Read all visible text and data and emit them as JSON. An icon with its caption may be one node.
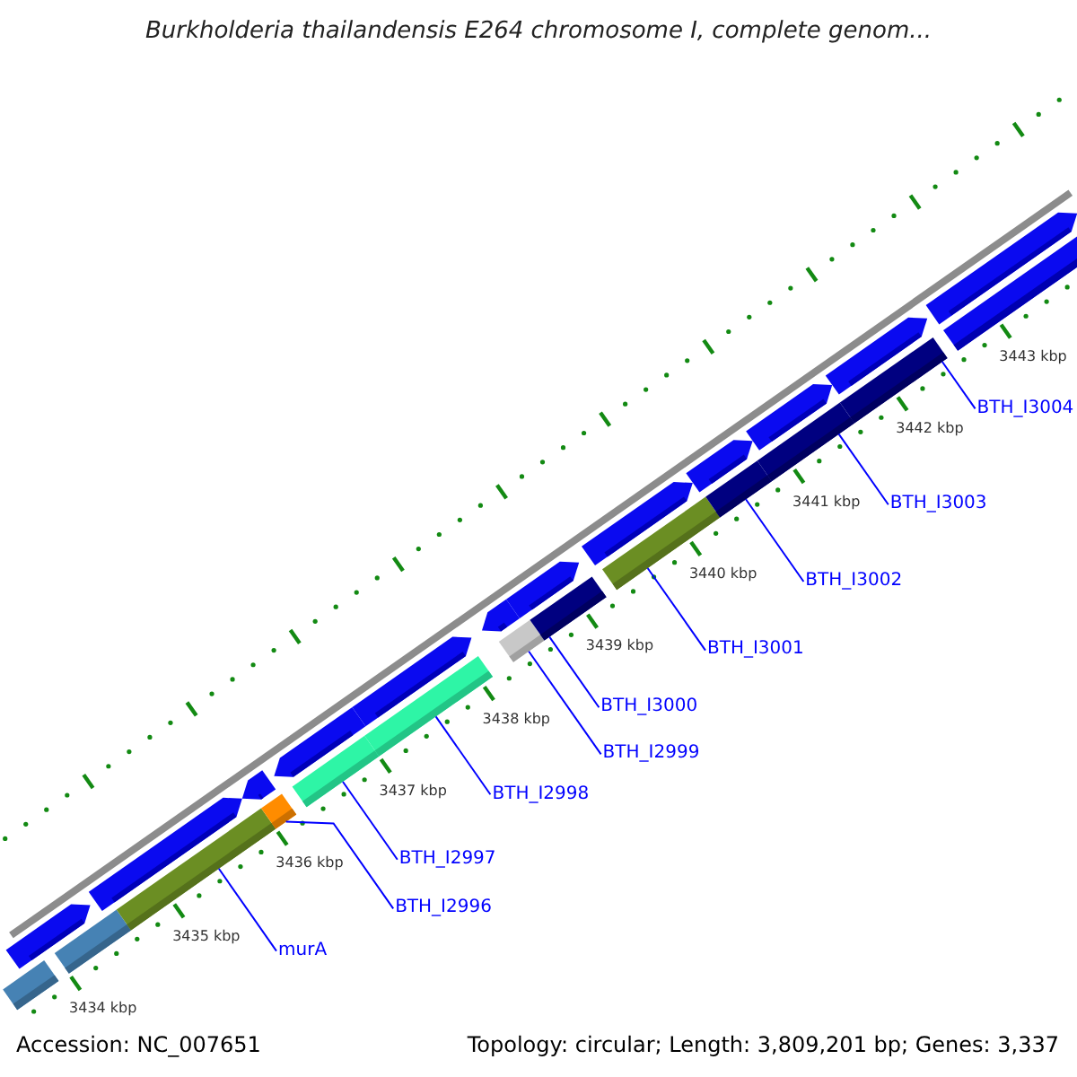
{
  "diagram": {
    "title": "Burkholderia thailandensis E264 chromosome I, complete genom...",
    "nodes": [
      {
        "text": [],
        "shape": "bar"
      },
      {
        "text": [],
        "shape": "bar"
      },
      {
        "text": [],
        "shape": "bar"
      },
      {
        "text": [],
        "shape": "bar"
      },
      {
        "text": [],
        "shape": "bar"
      },
      {
        "text": [],
        "shape": "bar"
      },
      {
        "text": [],
        "shape": "bar"
      },
      {
        "text": [],
        "shape": "bar"
      },
      {
        "text": [],
        "shape": "bar"
      },
      {
        "text": [],
        "shape": "bar"
      },
      {
        "text": [
          "murA"
        ]
      },
      {
        "text": [
          "BTH_I2996"
        ]
      },
      {
        "text": [
          "BTH_I2997"
        ]
      },
      {
        "text": [
          "BTH_I2998"
        ]
      },
      {
        "text": [
          "BTH_I2999"
        ]
      },
      {
        "text": [
          "BTH_I3000"
        ]
      },
      {
        "text": [
          "BTH_I3001"
        ]
      },
      {
        "text": [
          "BTH_I3002"
        ]
      },
      {
        "text": [
          "BTH_I3003"
        ]
      },
      {
        "text": [
          "BTH_I3004"
        ]
      }
    ],
    "edges": [
      {
        "from": 10,
        "to": 0,
        "arrow": "none"
      },
      {
        "from": 11,
        "to": 1,
        "arrow": "none"
      },
      {
        "from": 12,
        "to": 2,
        "arrow": "none"
      },
      {
        "from": 13,
        "to": 3,
        "arrow": "none"
      },
      {
        "from": 14,
        "to": 4,
        "arrow": "none"
      },
      {
        "from": 15,
        "to": 5,
        "arrow": "none"
      },
      {
        "from": 16,
        "to": 6,
        "arrow": "none"
      },
      {
        "from": 17,
        "to": 7,
        "arrow": "none"
      },
      {
        "from": 18,
        "to": 8,
        "arrow": "none"
      },
      {
        "from": 19,
        "to": 9,
        "arrow": "none"
      }
    ],
    "labels": [
      "3434 kbp",
      "3435 kbp",
      "3436 kbp",
      "3437 kbp",
      "3438 kbp",
      "3439 kbp",
      "3440 kbp",
      "3441 kbp",
      "3442 kbp",
      "3443 kbp",
      "Accession: NC_007651",
      "Topology: circular; Length: 3,809,201 bp; Genes: 3,337"
    ]
  }
}
